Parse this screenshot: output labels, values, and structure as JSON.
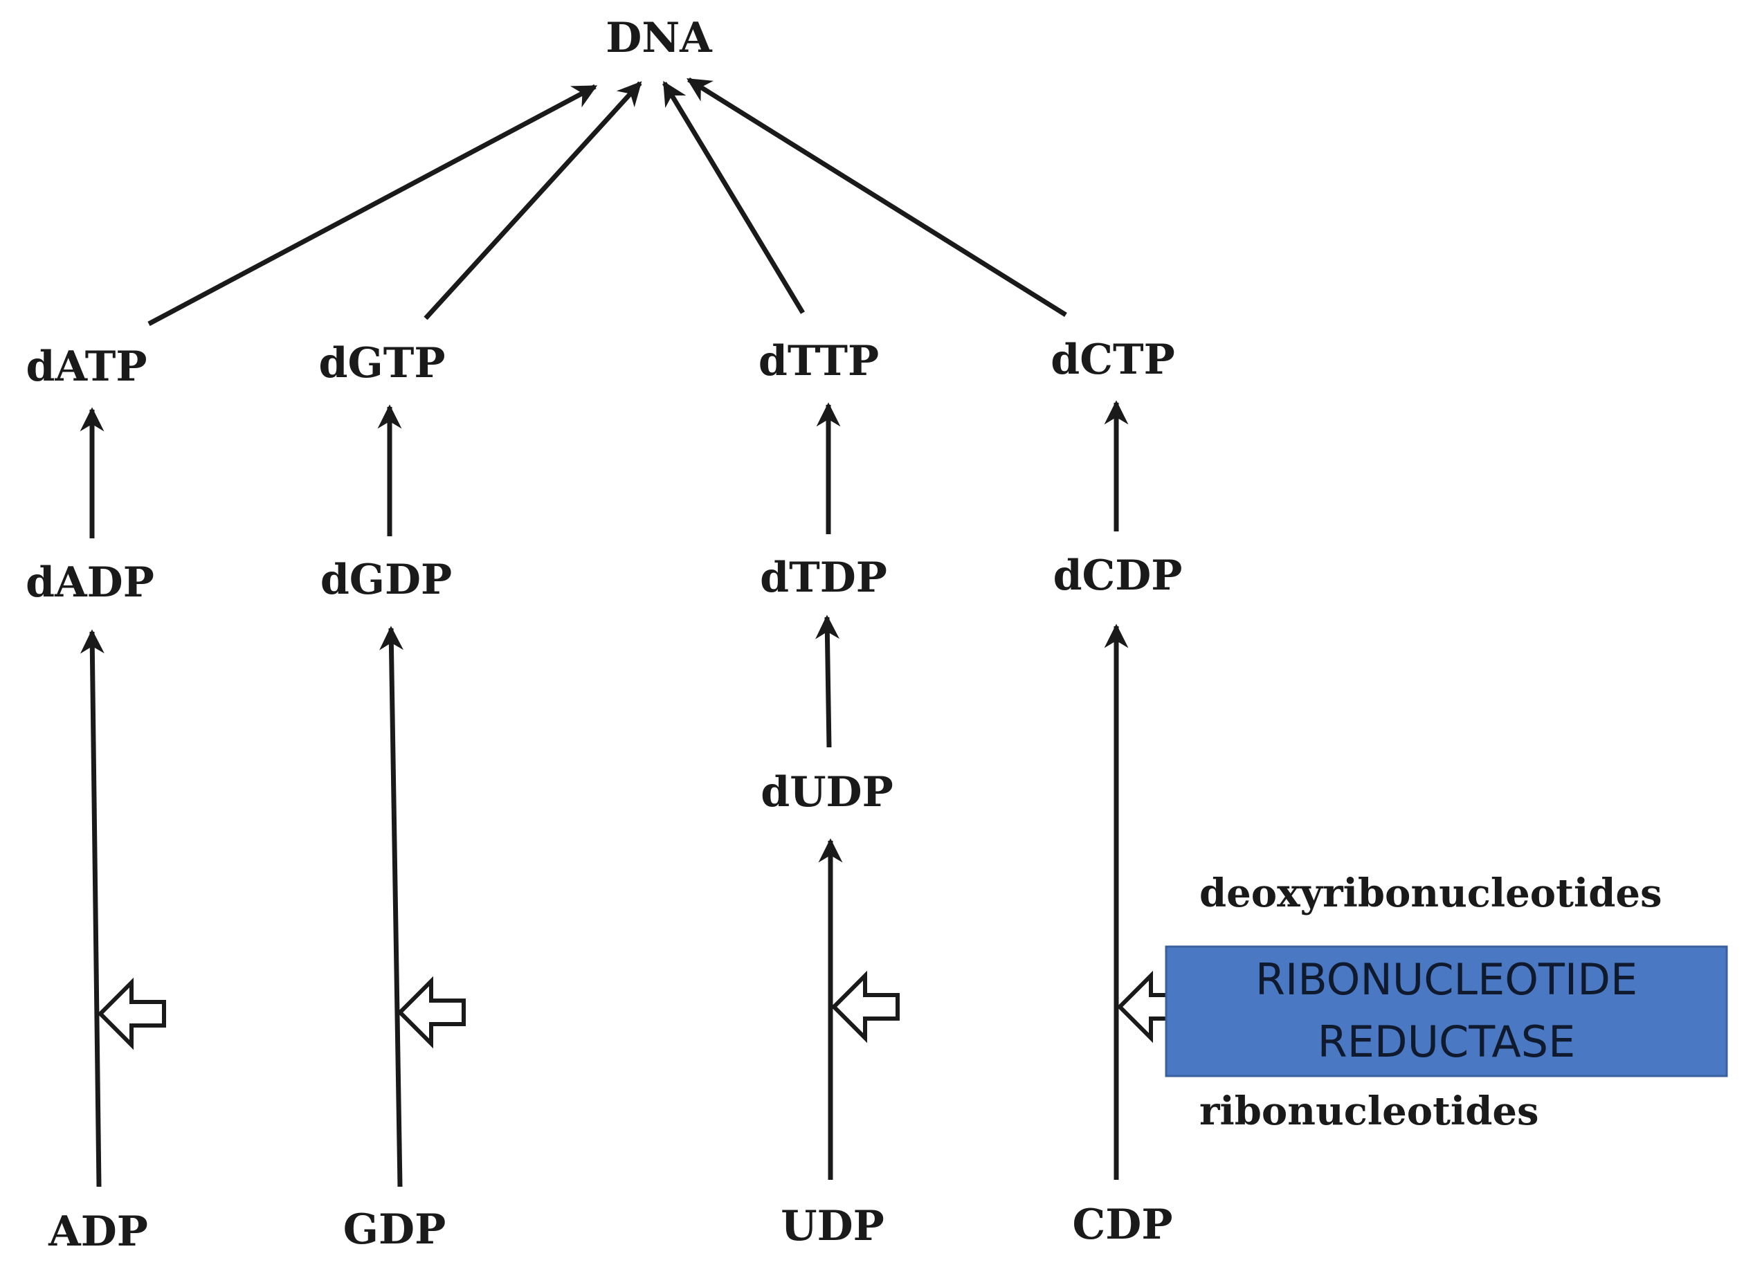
{
  "nodes": {
    "dna": "DNA",
    "datp": "dATP",
    "dgtp": "dGTP",
    "dttp": "dTTP",
    "dctp": "dCTP",
    "dadp": "dADP",
    "dgdp": "dGDP",
    "dtdp": "dTDP",
    "dcdp": "dCDP",
    "dudp": "dUDP",
    "adp": "ADP",
    "gdp": "GDP",
    "udp": "UDP",
    "cdp": "CDP"
  },
  "labels": {
    "deoxyribonucleotides": "deoxyribonucleotides",
    "ribonucleotides": "ribonucleotides"
  },
  "enzyme": {
    "line1": "RIBONUCLEOTIDE",
    "line2": "REDUCTASE",
    "fill_color": "#4a78c2",
    "border_color": "#3a5f9e"
  },
  "edges": [
    {
      "from": "dATP",
      "to": "DNA"
    },
    {
      "from": "dGTP",
      "to": "DNA"
    },
    {
      "from": "dTTP",
      "to": "DNA"
    },
    {
      "from": "dCTP",
      "to": "DNA"
    },
    {
      "from": "dADP",
      "to": "dATP"
    },
    {
      "from": "dGDP",
      "to": "dGTP"
    },
    {
      "from": "dTDP",
      "to": "dTTP"
    },
    {
      "from": "dCDP",
      "to": "dCTP"
    },
    {
      "from": "dUDP",
      "to": "dTDP"
    },
    {
      "from": "ADP",
      "to": "dADP"
    },
    {
      "from": "GDP",
      "to": "dGDP"
    },
    {
      "from": "UDP",
      "to": "dUDP"
    },
    {
      "from": "CDP",
      "to": "dCDP"
    }
  ],
  "enzyme_inputs": [
    {
      "acts_on": "ADP → dADP"
    },
    {
      "acts_on": "GDP → dGDP"
    },
    {
      "acts_on": "UDP → dUDP"
    },
    {
      "acts_on": "CDP → dCDP"
    }
  ]
}
